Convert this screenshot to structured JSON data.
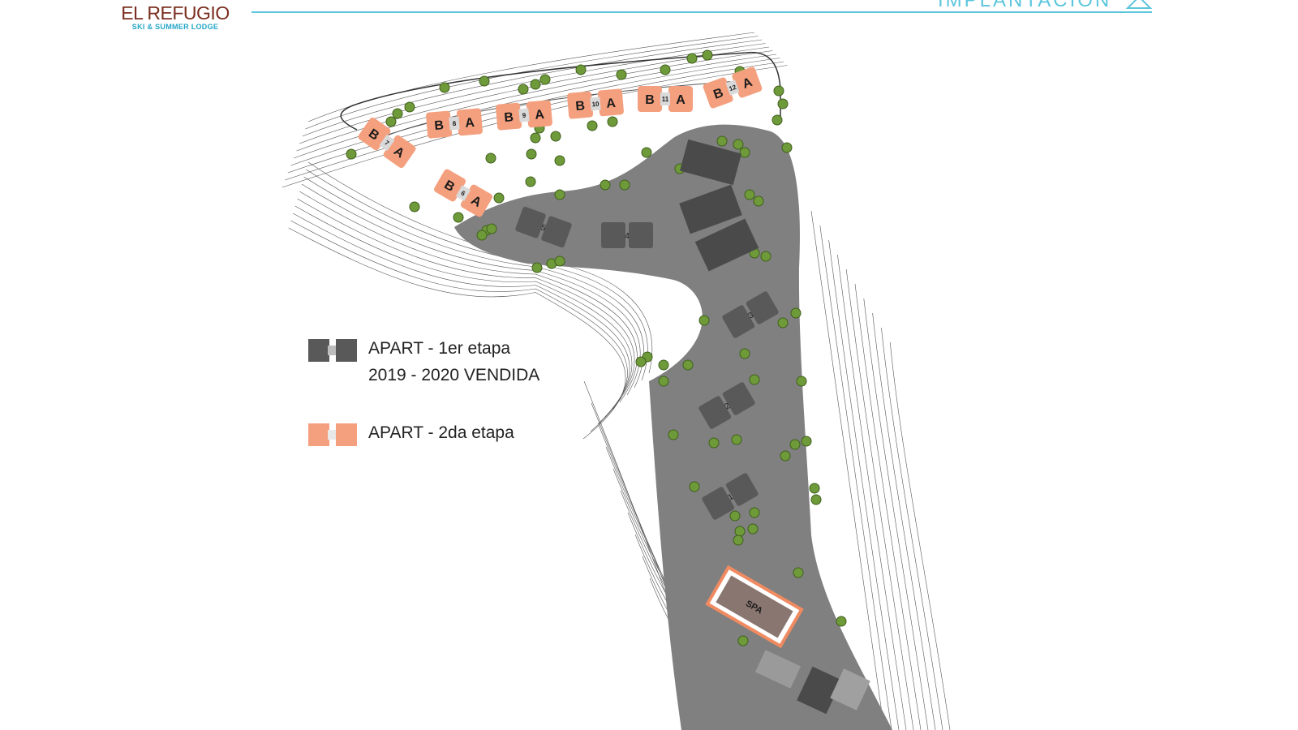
{
  "brand": {
    "name": "EL REFUGIO",
    "tagline": "SKI & SUMMER LODGE",
    "brand_color": "#7a2e1f",
    "accent_color": "#23a6c8"
  },
  "header": {
    "title": "IMPLANTACION"
  },
  "map": {
    "road_color": "#808080",
    "phase1_color": "#595959",
    "phase2_color": "#f4a07f",
    "tree_color": "#6f9a3a",
    "phase2_units": [
      {
        "number": "7",
        "left": "B",
        "right": "A"
      },
      {
        "number": "8",
        "left": "B",
        "right": "A"
      },
      {
        "number": "9",
        "left": "B",
        "right": "A"
      },
      {
        "number": "10",
        "left": "B",
        "right": "A"
      },
      {
        "number": "11",
        "left": "B",
        "right": "A"
      },
      {
        "number": "12",
        "left": "B",
        "right": "A"
      },
      {
        "number": "6",
        "left": "B",
        "right": "A"
      }
    ],
    "phase1_units": [
      "1",
      "2",
      "3",
      "4",
      "5"
    ],
    "spa_label": "SPA"
  },
  "legend": {
    "phase1": {
      "line1": "APART - 1er etapa",
      "line2": "2019 - 2020 VENDIDA",
      "color": "#595959"
    },
    "phase2": {
      "line1": "APART - 2da etapa",
      "color": "#f4a07f"
    }
  }
}
